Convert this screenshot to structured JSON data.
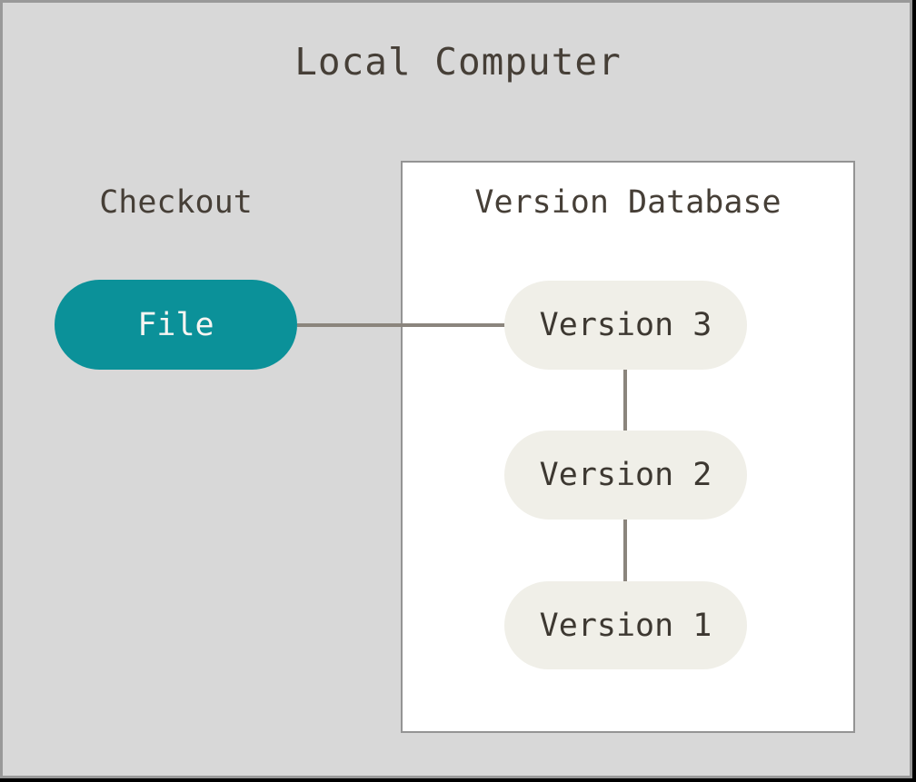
{
  "diagram": {
    "title": "Local Computer",
    "checkout_label": "Checkout",
    "version_database": {
      "title": "Version Database",
      "versions": [
        "Version 3",
        "Version 2",
        "Version 1"
      ]
    },
    "file_node_label": "File",
    "colors": {
      "background": "#d8d8d8",
      "frame_border": "#999999",
      "outer_edge": "#000000",
      "box_background": "#ffffff",
      "box_border": "#949494",
      "file_node_fill": "#0b9199",
      "file_node_text": "#f7f5f2",
      "version_node_fill": "#f0efe8",
      "version_node_text": "#3d3831",
      "label_text": "#463f37",
      "connector": "#8b857d"
    }
  }
}
